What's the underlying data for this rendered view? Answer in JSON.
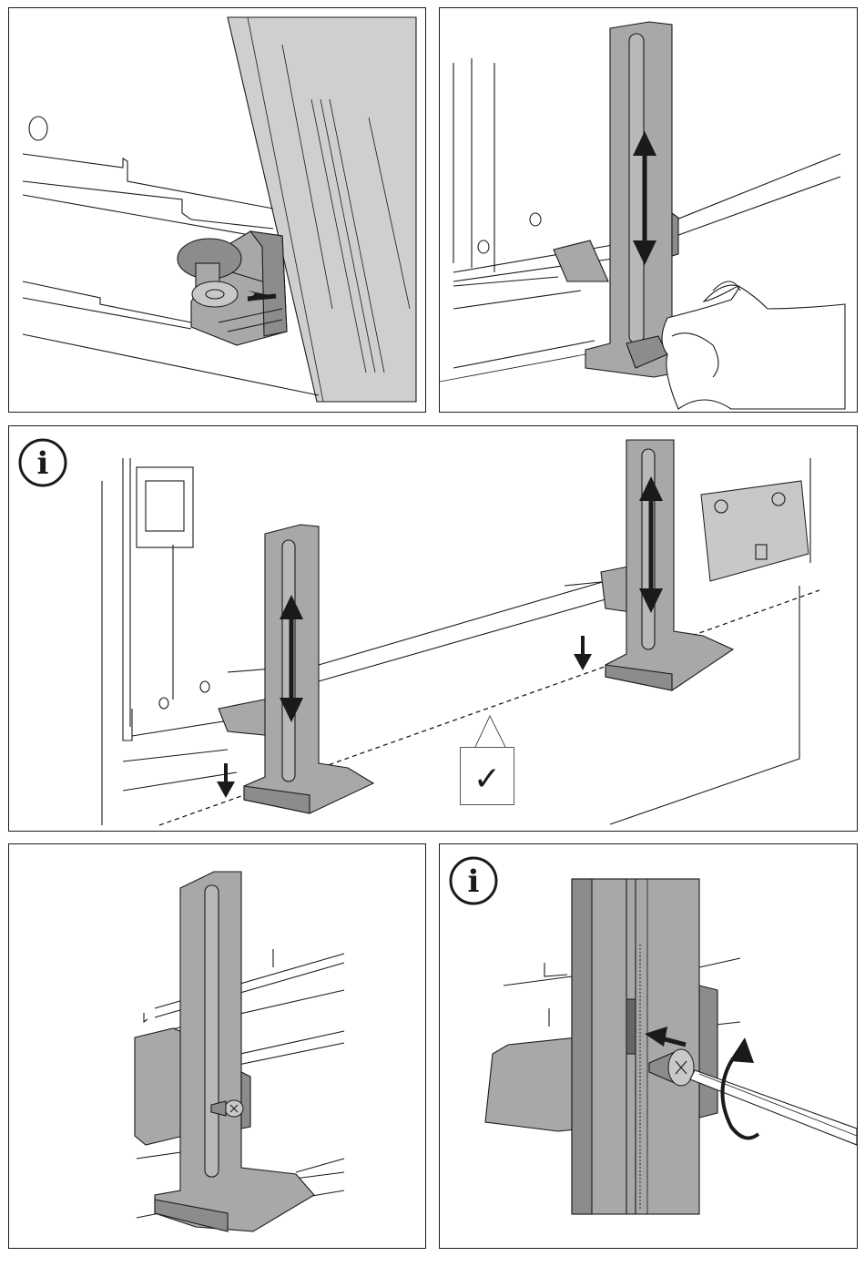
{
  "panels": [
    {
      "id": "panel-1",
      "info": false
    },
    {
      "id": "panel-2",
      "info": false
    },
    {
      "id": "panel-3",
      "info": true,
      "check": true
    },
    {
      "id": "panel-4",
      "info": false
    },
    {
      "id": "panel-5",
      "info": true
    }
  ],
  "info_glyph": "i",
  "check_glyph": "✓",
  "colors": {
    "part_fill": "#a8a8a8",
    "part_dark": "#8c8c8c",
    "panel_grey": "#cfcfcf",
    "line": "#1a1a1a"
  }
}
